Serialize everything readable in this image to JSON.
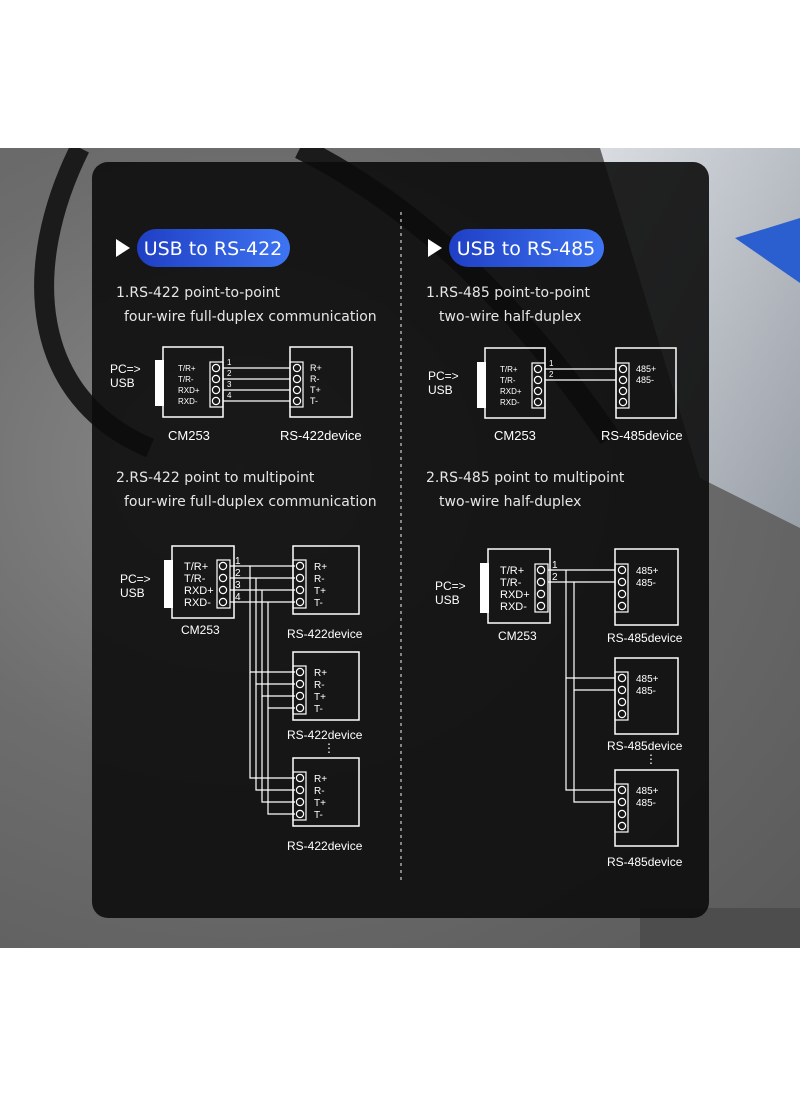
{
  "left": {
    "badge": "USB to RS-422",
    "section1": {
      "line1": "1.RS-422 point-to-point",
      "line2": "four-wire full-duplex communication"
    },
    "section2": {
      "line1": "2.RS-422 point to multipoint",
      "line2": "four-wire full-duplex communication"
    },
    "converter_pins": [
      "T/R+",
      "T/R-",
      "RXD+",
      "RXD-"
    ],
    "device_pins": [
      "R+",
      "R-",
      "T+",
      "T-"
    ],
    "wire_numbers": [
      "1",
      "2",
      "3",
      "4"
    ],
    "host_label": [
      "PC=>",
      "USB"
    ],
    "converter_name": "CM253",
    "device_name": "RS-422device"
  },
  "right": {
    "badge": "USB to RS-485",
    "section1": {
      "line1": "1.RS-485 point-to-point",
      "line2": "two-wire half-duplex"
    },
    "section2": {
      "line1": "2.RS-485 point to multipoint",
      "line2": "two-wire half-duplex"
    },
    "converter_pins": [
      "T/R+",
      "T/R-",
      "RXD+",
      "RXD-"
    ],
    "device_pins": [
      "485+",
      "485-"
    ],
    "wire_numbers": [
      "1",
      "2"
    ],
    "host_label": [
      "PC=>",
      "USB"
    ],
    "converter_name": "CM253",
    "device_name": "RS-485device"
  },
  "ellipsis": "⋮",
  "colors": {
    "badge_start": "#1f3fc4",
    "badge_end": "#3e74f2",
    "panel": "#0c0c0c"
  }
}
